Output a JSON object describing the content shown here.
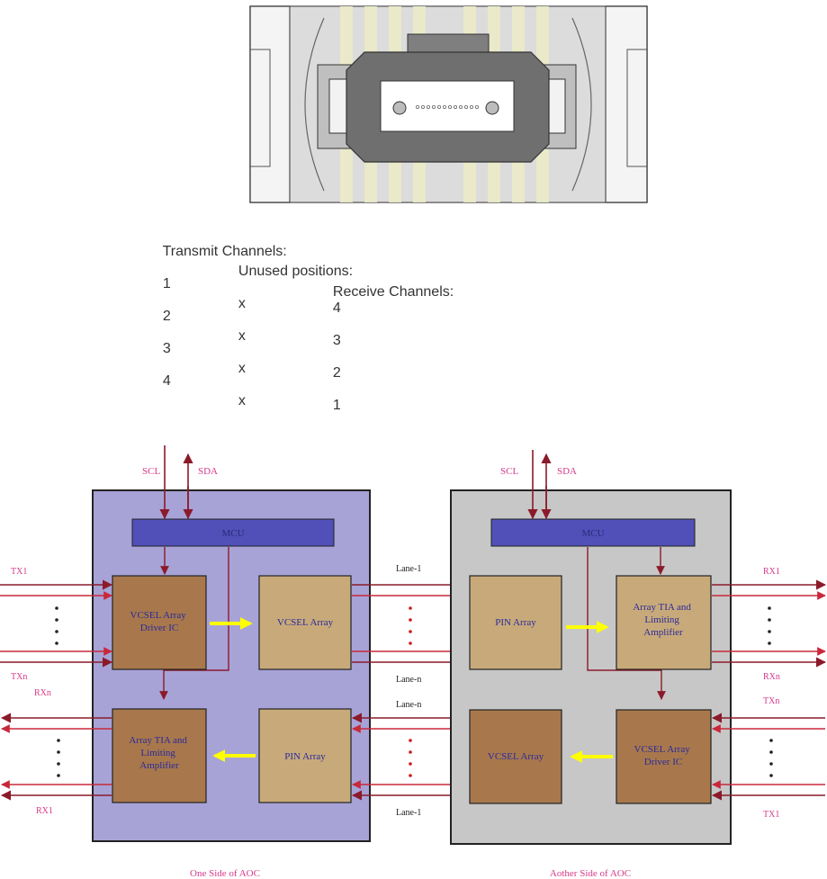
{
  "connector": {
    "tx_label": "Transmit Channels:",
    "tx_channels": [
      "1",
      "2",
      "3",
      "4"
    ],
    "unused_label": "Unused positions:",
    "unused_marks": [
      "x",
      "x",
      "x",
      "x"
    ],
    "rx_label": "Receive Channels:",
    "rx_channels": [
      "4",
      "3",
      "2",
      "1"
    ]
  },
  "colors": {
    "side1_bg": "#a7a3d7",
    "side2_bg": "#c7c7c7",
    "mcu": "#5050b8",
    "dark_block": "#a8784c",
    "light_block": "#c8aa7a",
    "signal": "#8b1a2a",
    "arrow": "#ffff00",
    "label_pink": "#d63a8a"
  },
  "left_side": {
    "caption": "One Side of AOC",
    "scl": "SCL",
    "sda": "SDA",
    "mcu": "MCU",
    "tx_driver": [
      "VCSEL Array",
      "Driver IC"
    ],
    "vcsel_array": "VCSEL  Array",
    "tia": [
      "Array TIA and",
      "Limiting",
      "Amplifier"
    ],
    "pin_array": "PIN Array",
    "tx1": "TX1",
    "txn": "TXn",
    "rxn": "RXn",
    "rx1": "RX1"
  },
  "right_side": {
    "caption": "Aother Side of AOC",
    "scl": "SCL",
    "sda": "SDA",
    "mcu": "MCU",
    "pin_array": "PIN Array",
    "tia": [
      "Array TIA and",
      "Limiting",
      "Amplifier"
    ],
    "vcsel_array": "VCSEL Array",
    "tx_driver": [
      "VCSEL Array",
      "Driver IC"
    ],
    "rx1": "RX1",
    "rxn": "RXn",
    "txn": "TXn",
    "tx1": "TX1"
  },
  "lanes": {
    "top_1": "Lane-1",
    "top_n": "Lane-n",
    "bot_n": "Lane-n",
    "bot_1": "Lane-1"
  }
}
